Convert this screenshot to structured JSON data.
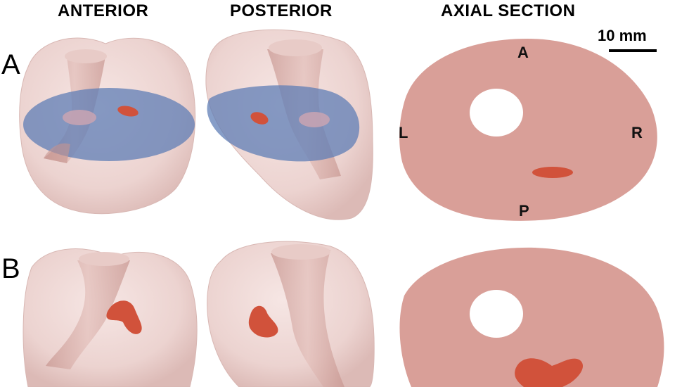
{
  "columns": {
    "anterior": "ANTERIOR",
    "posterior": "POSTERIOR",
    "axial": "AXIAL SECTION"
  },
  "rows": {
    "a": "A",
    "b": "B"
  },
  "orientation": {
    "anterior": "A",
    "posterior": "P",
    "left": "L",
    "right": "R"
  },
  "scale_bar": {
    "label": "10 mm"
  },
  "colors": {
    "tissue": "#d99f98",
    "tumor": "#d1523b",
    "plane": "#5f7db5",
    "shell": "#f0d6d3",
    "canal": "#c89a94"
  }
}
